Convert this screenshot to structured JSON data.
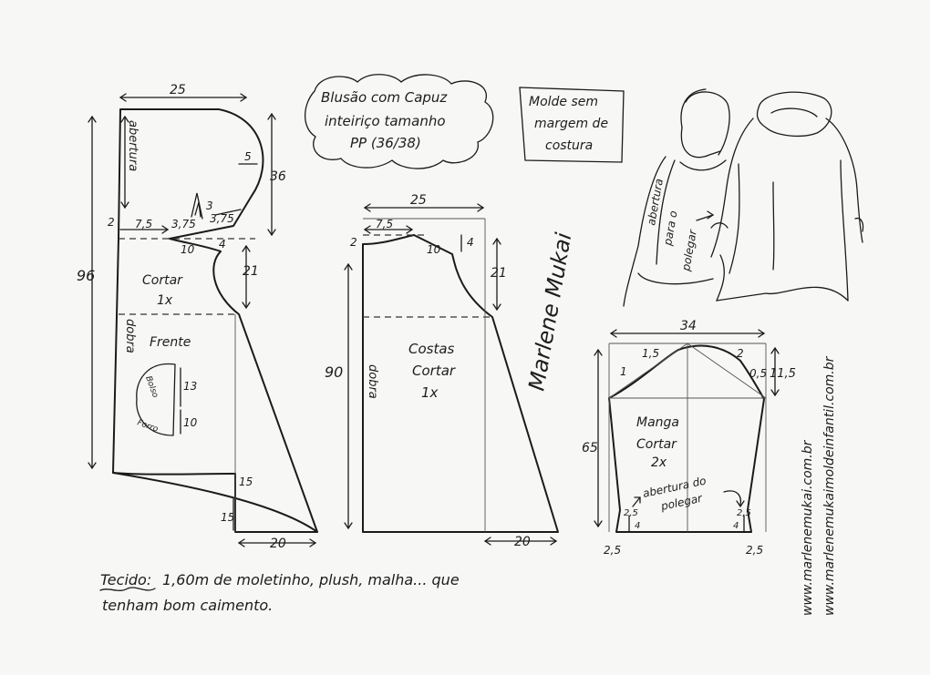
{
  "title_box": {
    "line1": "Blusão com Capuz",
    "line2": "inteiriço tamanho",
    "line3": "PP (36/38)"
  },
  "note_box": {
    "line1": "Molde sem",
    "line2": "margem de",
    "line3": "costura"
  },
  "front": {
    "top_width": "25",
    "opening_label": "abertura",
    "hood_cm": "36",
    "hood_inner": "5",
    "small_2": "2",
    "shoulder_left": "7,5",
    "dart_a": "3,75",
    "dart_b": "3,75",
    "dart_c": "3",
    "shoulder_slope": "10",
    "shoulder_drop": "4",
    "armhole_depth": "21",
    "total_length": "96",
    "cut_label": "Cortar",
    "cut_qty": "1x",
    "fold_label": "dobra",
    "name": "Frente",
    "pocket_13": "13",
    "pocket_10": "10",
    "pocket_word1": "Bolso",
    "pocket_word2": "Forro",
    "hem_15a": "15",
    "hem_15b": "15",
    "hem_width": "20"
  },
  "back": {
    "top_width": "25",
    "neck_width": "7,5",
    "neck_drop": "2",
    "shoulder_drop": "4",
    "shoulder_slope": "10",
    "armhole_depth": "21",
    "total_length": "90",
    "fold_label": "dobra",
    "name": "Costas",
    "cut_label": "Cortar",
    "cut_qty": "1x",
    "hem_width": "20"
  },
  "sleeve": {
    "width": "34",
    "cap_1_5": "1,5",
    "cap_2": "2",
    "cap_1": "1",
    "cap_0_5": "0,5",
    "cap_height": "11,5",
    "length": "65",
    "name": "Manga",
    "cut_label": "Cortar",
    "cut_qty": "2x",
    "opening_label1": "abertura do",
    "opening_label2": "polegar",
    "cuff_2_5_left": "2,5",
    "cuff_2_5_right": "2,5",
    "cuff_4_left": "4",
    "cuff_4_right": "4",
    "bottom_2_5_left": "2,5",
    "bottom_2_5_right": "2,5"
  },
  "illustration": {
    "opening_label1": "abertura",
    "opening_label2": "para o",
    "opening_label3": "polegar"
  },
  "fabric": {
    "label": "Tecido:",
    "line1": "1,60m de moletinho, plush, malha... que",
    "line2": "tenham bom caimento."
  },
  "signature": "Marlene Mukai",
  "urls": {
    "url1": "www.marlenemukai.com.br",
    "url2": "www.marlenemukaimoldeinfantil.com.br"
  }
}
